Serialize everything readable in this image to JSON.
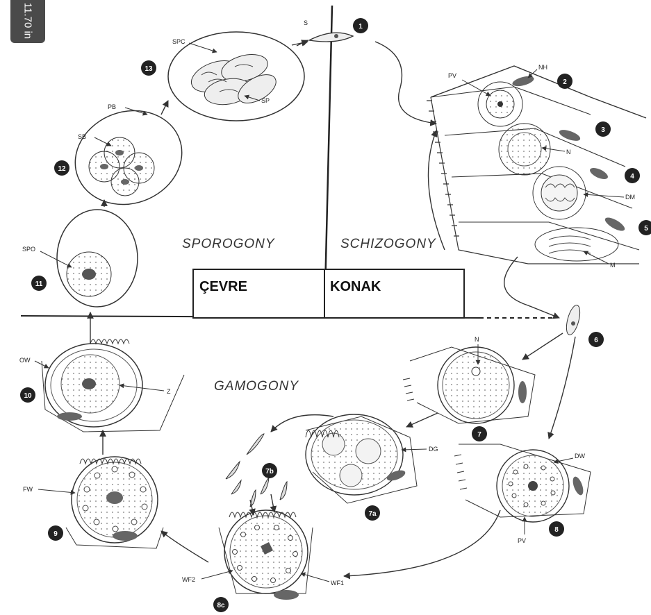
{
  "ruler": {
    "measurement": "11.70 in"
  },
  "phases": {
    "sporogony": "SPOROGONY",
    "schizogony": "SCHIZOGONY",
    "gamogony": "GAMOGONY"
  },
  "box": {
    "left": "ÇEVRE",
    "right": "KONAK"
  },
  "stages": [
    "1",
    "2",
    "3",
    "4",
    "5",
    "6",
    "7",
    "8",
    "9",
    "10",
    "11",
    "12",
    "13",
    "7b",
    "7a",
    "8c"
  ],
  "labels": {
    "s": "S",
    "spc": "SPC",
    "sp": "SP",
    "pb": "PB",
    "sb": "SB",
    "spo": "SPO",
    "pv2": "PV",
    "nh": "NH",
    "n3": "N",
    "dm": "DM",
    "m": "M",
    "n7": "N",
    "dg": "DG",
    "dw": "DW",
    "pv8": "PV",
    "ow": "OW",
    "z": "Z",
    "fw": "FW",
    "wf2": "WF2",
    "wf1": "WF1"
  }
}
